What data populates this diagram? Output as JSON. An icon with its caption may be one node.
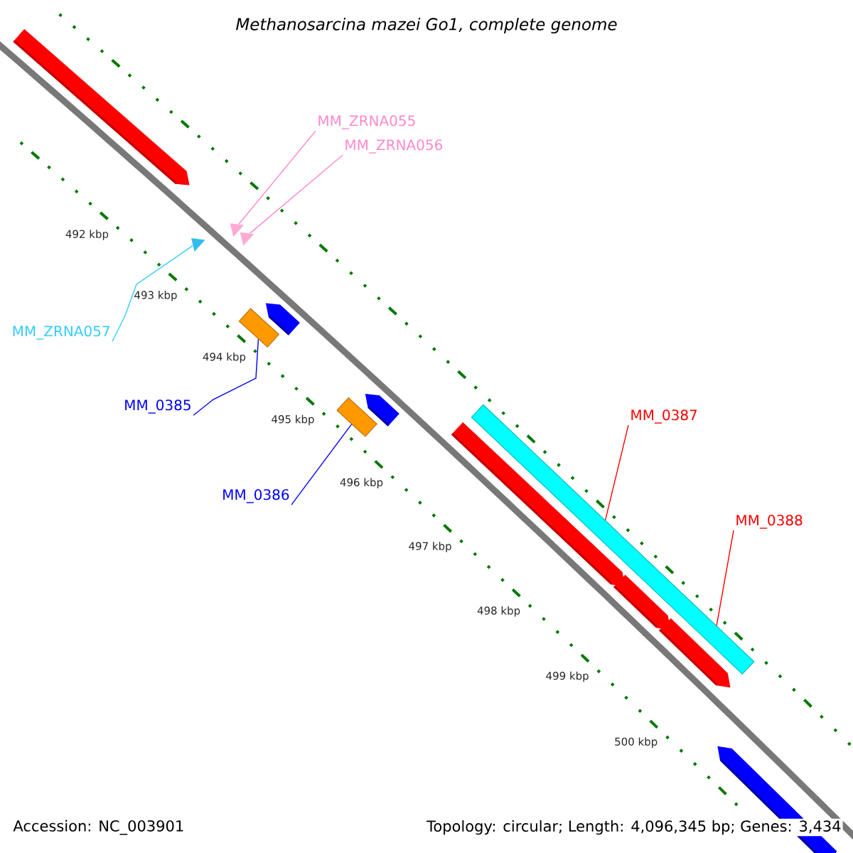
{
  "diagram": {
    "title": "Methanosarcina mazei Go1, complete genome",
    "nodes": [
      {
        "text": [
          "MM_ZRNA055"
        ]
      },
      {
        "text": [
          "MM_ZRNA056"
        ]
      },
      {
        "text": [
          "MM_ZRNA057"
        ]
      },
      {
        "text": [
          "MM_0385"
        ]
      },
      {
        "text": [
          "MM_0386"
        ]
      },
      {
        "text": [
          "MM_0387"
        ]
      },
      {
        "text": [
          "MM_0388"
        ]
      },
      {
        "text": [],
        "shape": "triangle"
      },
      {
        "text": [],
        "shape": "triangle"
      },
      {
        "text": [],
        "shape": "triangle"
      },
      {
        "text": [],
        "shape": "bar"
      },
      {
        "text": [],
        "shape": "bar"
      },
      {
        "text": [],
        "shape": "bar"
      }
    ],
    "edges": [
      {
        "from": 0,
        "to": 7,
        "arrow": "none",
        "color": "#ff88cc"
      },
      {
        "from": 1,
        "to": 8,
        "arrow": "none",
        "color": "#ff88cc"
      },
      {
        "from": 2,
        "to": 9,
        "arrow": "none",
        "color": "#33ccff"
      },
      {
        "from": 3,
        "to": 10,
        "arrow": "none",
        "color": "#0000ff"
      },
      {
        "from": 4,
        "to": 11,
        "arrow": "none",
        "color": "#0000ff"
      },
      {
        "from": 5,
        "to": 12,
        "arrow": "none",
        "color": "#ff0000"
      },
      {
        "from": 6,
        "to": 12,
        "arrow": "none",
        "color": "#ff0000"
      }
    ],
    "labels": [
      "492 kbp",
      "493 kbp",
      "494 kbp",
      "495 kbp",
      "496 kbp",
      "497 kbp",
      "498 kbp",
      "499 kbp",
      "500 kbp",
      "Accession: NC_003901",
      "Topology: circular; Length: 4,096,345 bp; Genes: 3,434"
    ]
  }
}
